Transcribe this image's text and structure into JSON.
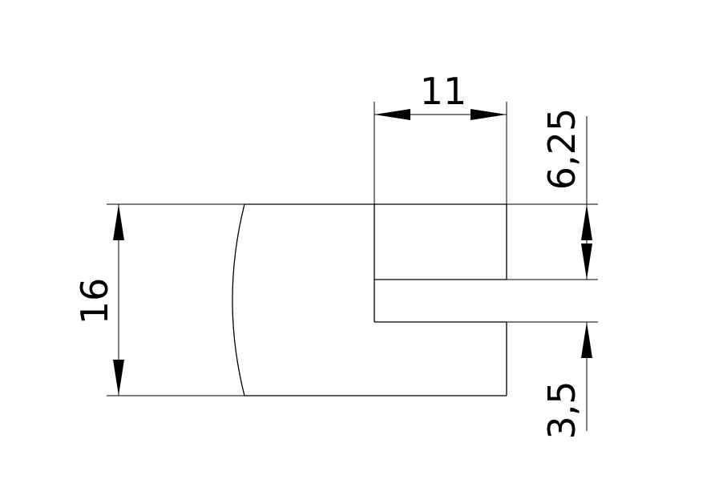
{
  "dimensions": {
    "height": "16",
    "width": "11",
    "top_offset": "6,25",
    "slot_height": "3,5"
  },
  "colors": {
    "line": "#000000",
    "background": "#ffffff"
  }
}
